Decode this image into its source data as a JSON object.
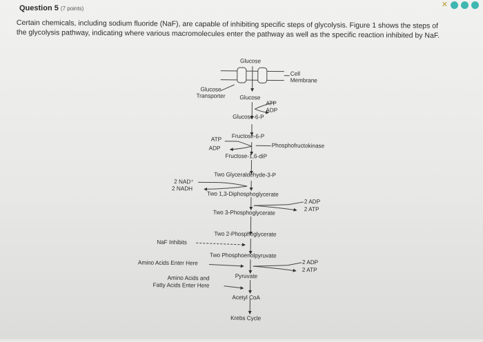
{
  "question": {
    "title": "Question 5",
    "points": "(7 points)",
    "text": "Certain chemicals, including sodium fluoride (NaF), are capable of inhibiting specific steps of glycolysis. Figure 1 shows the steps of the glycolysis pathway, indicating where various macromolecules enter the pathway as well as the specific reaction inhibited by NaF."
  },
  "diagram": {
    "glucose_top": "Glucose",
    "cell_membrane": "Cell\nMembrane",
    "glucose_transporter": "Glucose\nTransporter",
    "glucose_inside": "Glucose",
    "atp1": "ATP",
    "adp1": "ADP",
    "glucose_6_p": "Glucose-6-P",
    "atp2": "ATP",
    "fructose_6_p": "Fructose-6-P",
    "phosphofructokinase": "Phosphofructokinase",
    "adp2": "ADP",
    "fructose_16_dip": "Fructose-1,6-diP",
    "two_g3p": "Two Glyceraldehyde-3-P",
    "nad": "2 NAD⁺",
    "nadh": "2 NADH",
    "two_13_dpg": "Two 1,3-Diphosphoglycerate",
    "adp3": "2 ADP",
    "atp3": "2 ATP",
    "two_3pg": "Two 3-Phosphoglycerate",
    "two_2pg": "Two 2-Phosphoglycerate",
    "naf_inhibits": "NaF Inhibits",
    "two_pep": "Two Phosphoenolpyruvate",
    "amino_acids_enter": "Amino Acids Enter Here",
    "adp4": "2 ADP",
    "atp4": "2 ATP",
    "pyruvate": "Pyruvate",
    "amino_fatty_enter": "Amino Acids and\nFatty Acids Enter Here",
    "acetyl_coa": "Acetyl CoA",
    "krebs_cycle": "Krebs Cycle"
  }
}
